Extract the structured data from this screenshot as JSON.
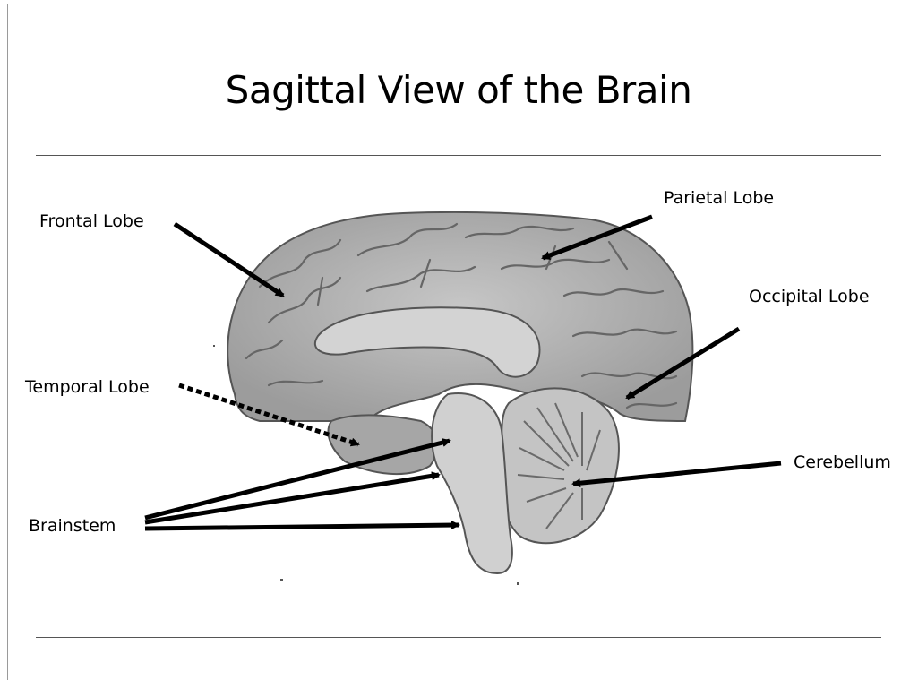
{
  "title": "Sagittal View of the Brain",
  "labels": {
    "frontal": "Frontal Lobe",
    "parietal": "Parietal Lobe",
    "occipital": "Occipital Lobe",
    "temporal": "Temporal Lobe",
    "cerebellum": "Cerebellum",
    "brainstem": "Brainstem"
  },
  "colors": {
    "brain_fill": "#b4b4b4",
    "brain_shadow": "#8e8e8e",
    "gyri_lines": "#5a5a5a",
    "arrow": "#000000"
  }
}
